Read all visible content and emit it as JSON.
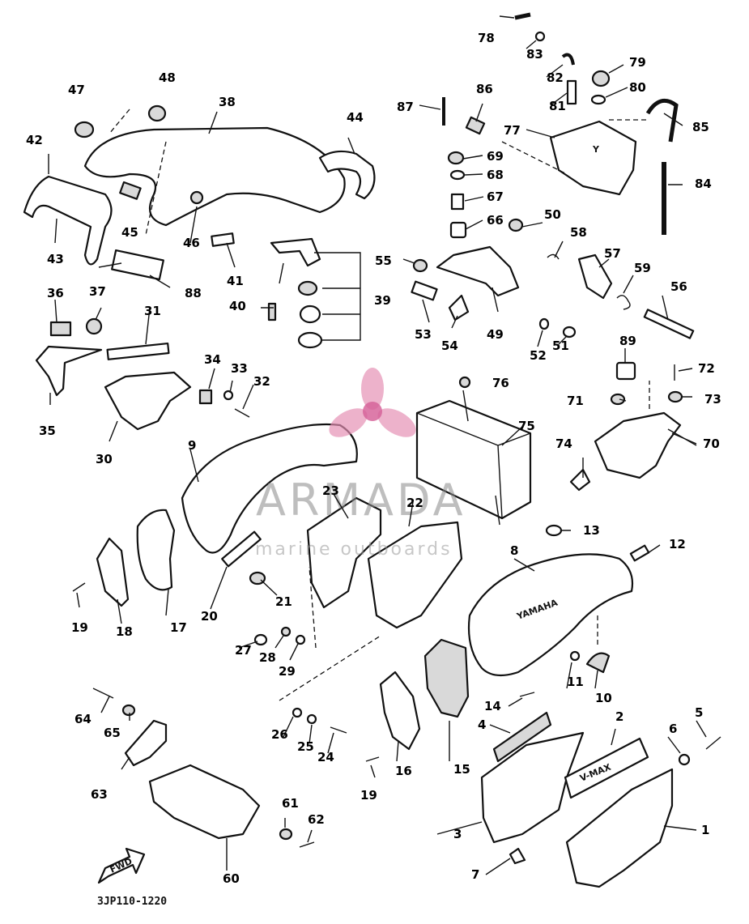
{
  "diagram": {
    "labels": [
      "1",
      "2",
      "3",
      "4",
      "5",
      "6",
      "7",
      "8",
      "9",
      "10",
      "11",
      "12",
      "13",
      "14",
      "15",
      "16",
      "17",
      "18",
      "19",
      "19",
      "20",
      "21",
      "22",
      "23",
      "24",
      "25",
      "26",
      "27",
      "28",
      "29",
      "30",
      "31",
      "32",
      "33",
      "34",
      "35",
      "36",
      "37",
      "38",
      "39",
      "40",
      "41",
      "42",
      "43",
      "44",
      "45",
      "46",
      "47",
      "48",
      "49",
      "50",
      "51",
      "52",
      "53",
      "54",
      "55",
      "56",
      "57",
      "58",
      "59",
      "60",
      "61",
      "62",
      "63",
      "64",
      "65",
      "66",
      "67",
      "68",
      "69",
      "70",
      "71",
      "72",
      "73",
      "74",
      "75",
      "76",
      "77",
      "78",
      "79",
      "80",
      "81",
      "82",
      "83",
      "84",
      "85",
      "86",
      "87",
      "88",
      "89"
    ],
    "code": "3JP110-1220",
    "fwd_label": "FWD",
    "decal_text": "V-MAX",
    "cover_text": "YAMAHA"
  },
  "watermark": {
    "title": "ARMADA",
    "subtitle": "marine outboards",
    "colors": {
      "logo": "#e58fb3",
      "logo_center": "#d04a8a",
      "text": "#8a8a8a"
    }
  }
}
